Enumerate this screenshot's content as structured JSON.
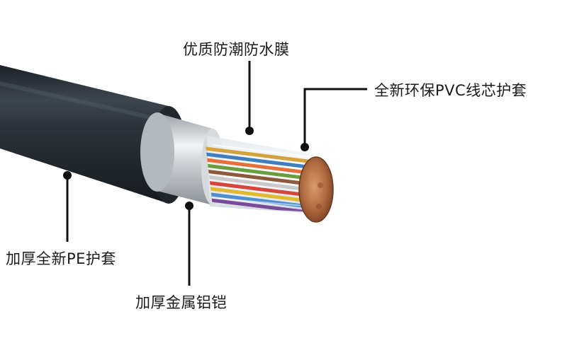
{
  "labels": {
    "film": "优质防潮防水膜",
    "pvc": "全新环保PVC线芯护套",
    "pe": "加厚全新PE护套",
    "aluminum": "加厚金属铝铠"
  },
  "colors": {
    "jacket": "#2b3138",
    "shield": "#c9ccd0",
    "copper": "#b8734a",
    "text": "#1a1a1a",
    "leader": "#111111"
  }
}
